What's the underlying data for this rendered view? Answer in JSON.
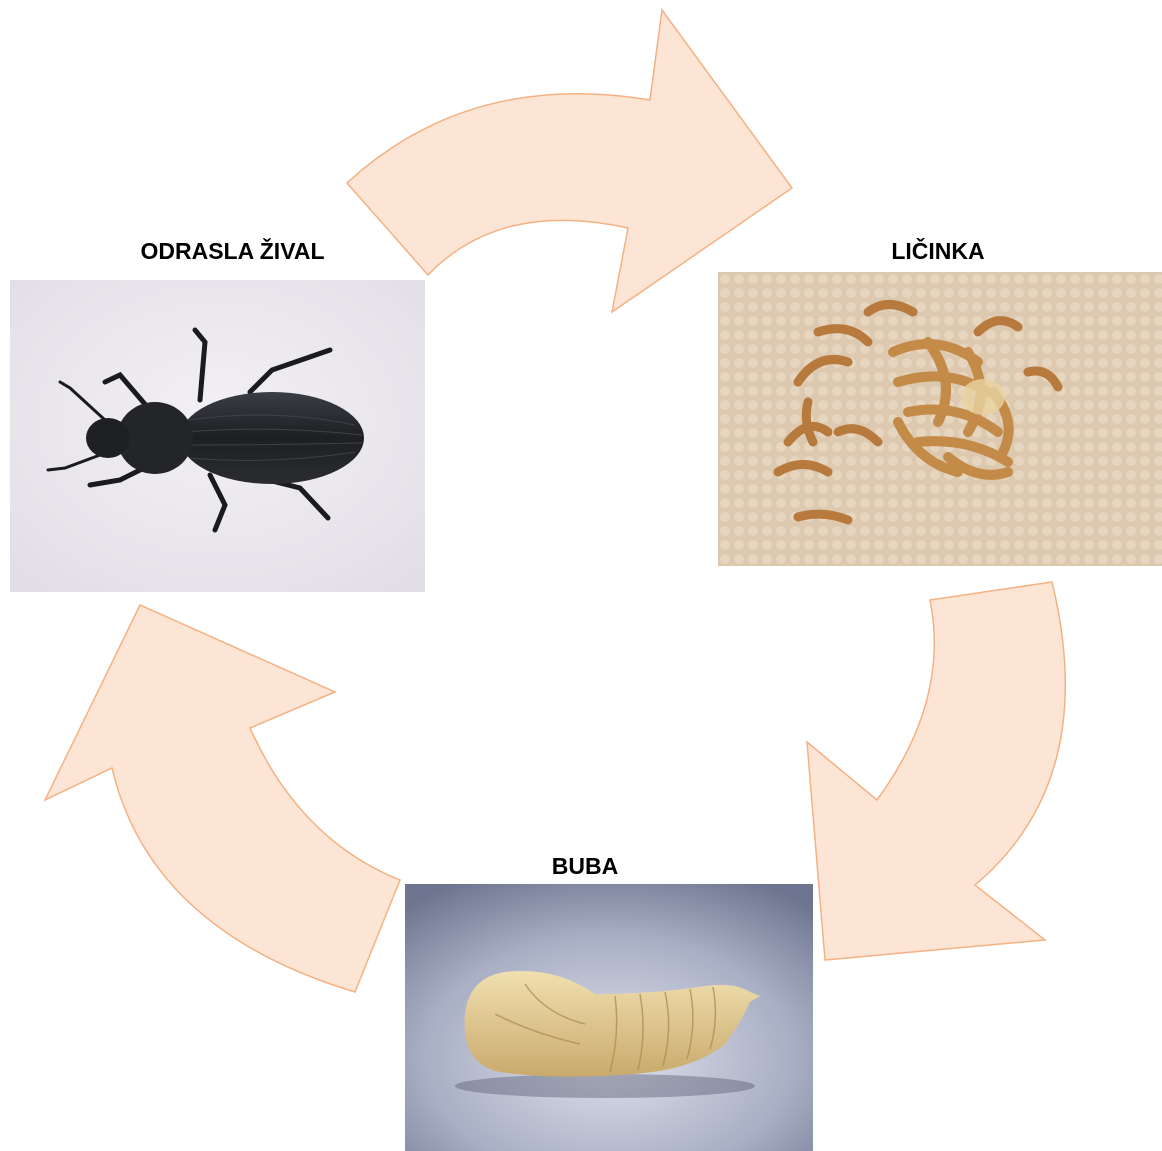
{
  "stages": {
    "adult": {
      "label": "ODRASLA ŽIVAL",
      "icon": "beetle-photo"
    },
    "larva": {
      "label": "LIČINKA",
      "icon": "mealworm-larvae-photo"
    },
    "pupa": {
      "label": "BUBA",
      "icon": "pupa-photo"
    }
  },
  "colors": {
    "arrow_fill": "#fde5d6",
    "arrow_stroke": "#f4b183"
  }
}
